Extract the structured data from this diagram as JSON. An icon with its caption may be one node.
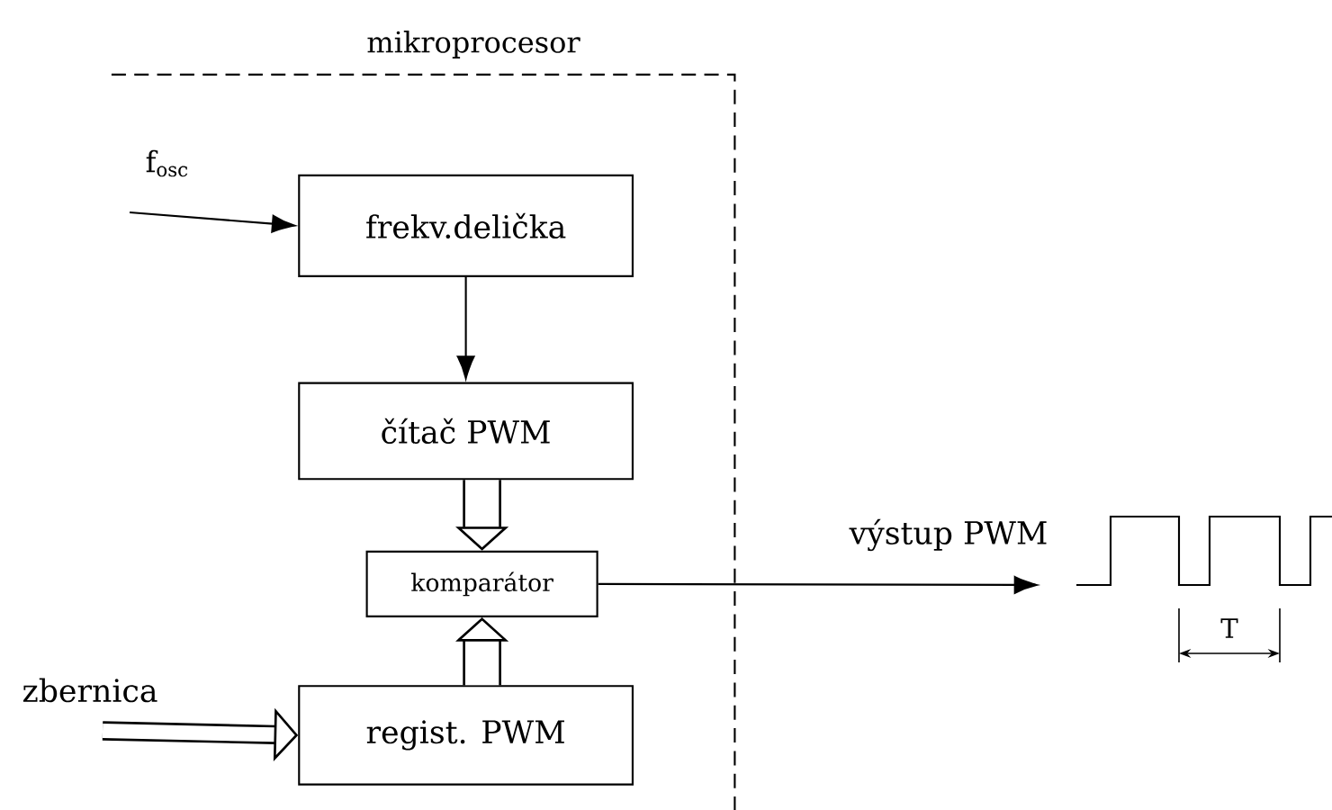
{
  "diagram": {
    "nodes": [
      {
        "text": [
          "mikroprocesor"
        ]
      },
      {
        "text": [
          "frekv.delička"
        ],
        "in": 0
      },
      {
        "text": [
          "čítač PWM"
        ],
        "in": 0
      },
      {
        "text": [
          "komparátor"
        ],
        "in": 0
      },
      {
        "text": [
          "regist. PWM"
        ],
        "in": 0
      }
    ],
    "edges": [
      {
        "from": null,
        "to": 1,
        "arrow": "to",
        "label": "f$_{osc}$"
      },
      {
        "from": 1,
        "to": 2,
        "arrow": "to"
      },
      {
        "from": 2,
        "to": 3,
        "arrow": "to",
        "style": "thick"
      },
      {
        "from": 4,
        "to": 3,
        "arrow": "to",
        "style": "thick"
      },
      {
        "from": null,
        "to": 4,
        "arrow": "to",
        "style": "thick",
        "label": "zbernica"
      },
      {
        "from": 3,
        "to": null,
        "arrow": "to",
        "label": "výstup PWM"
      }
    ],
    "labels": [
      "T"
    ]
  }
}
